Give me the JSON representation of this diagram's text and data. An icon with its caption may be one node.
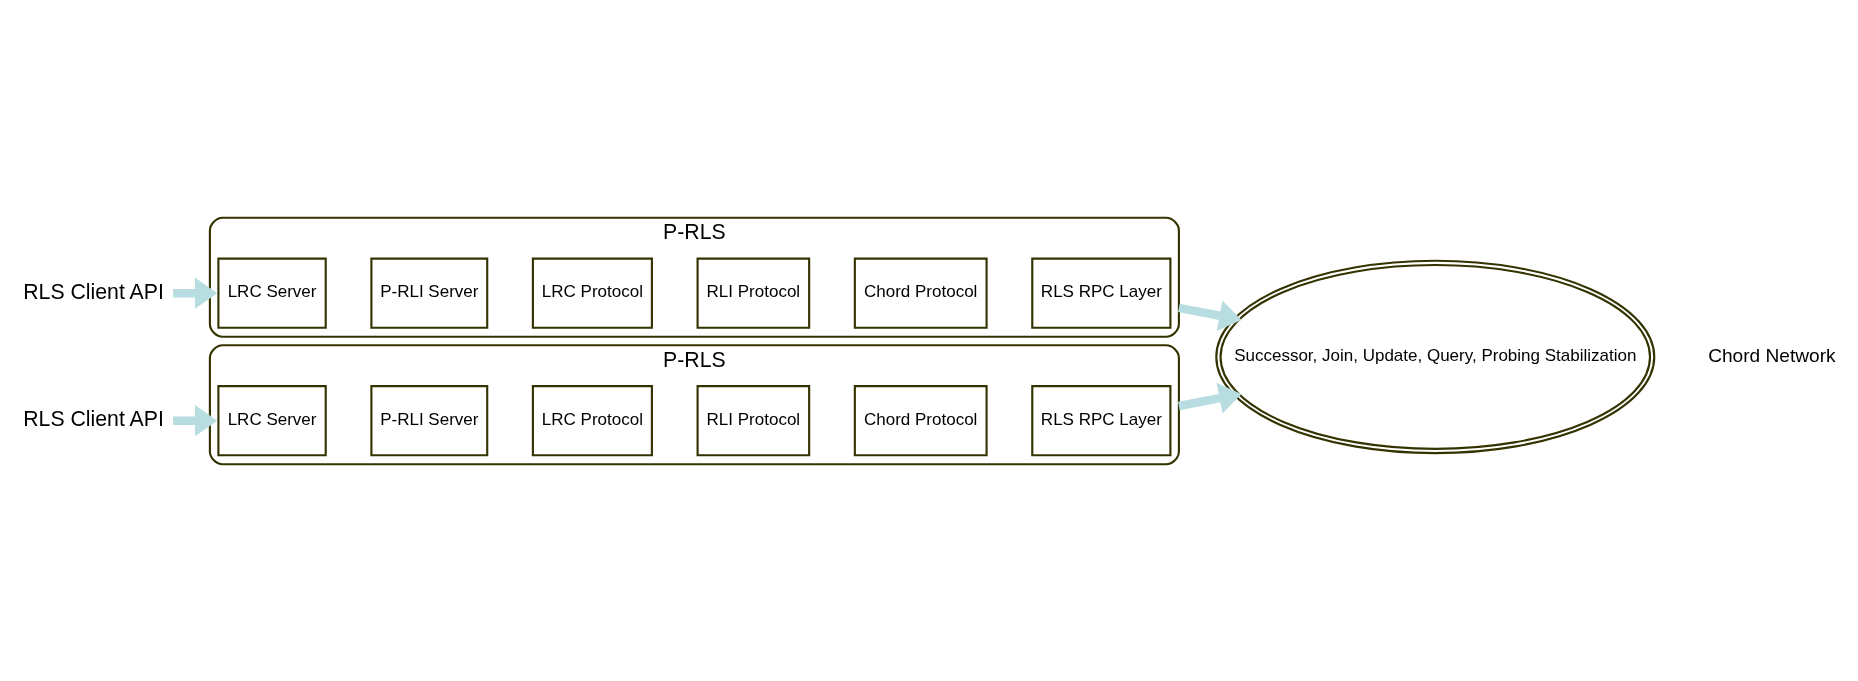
{
  "diagram": {
    "nodes": [
      {
        "text": [
          "P-RLS"
        ]
      },
      {
        "text": [
          "LRC Server"
        ],
        "in": 0
      },
      {
        "text": [
          "P-RLI Server"
        ],
        "in": 0
      },
      {
        "text": [
          "LRC Protocol"
        ],
        "in": 0
      },
      {
        "text": [
          "RLI Protocol"
        ],
        "in": 0
      },
      {
        "text": [
          "Chord Protocol"
        ],
        "in": 0
      },
      {
        "text": [
          "RLS RPC Layer"
        ],
        "in": 0
      },
      {
        "text": [
          "RLS Client API"
        ]
      },
      {
        "text": [
          "Successor, Join, Update, Query, Probing Stabilization"
        ],
        "beside": [
          "Chord Network"
        ]
      },
      {
        "text": [
          "P-RLS"
        ]
      },
      {
        "text": [
          "LRC Server"
        ],
        "in": 9
      },
      {
        "text": [
          "P-RLI Server"
        ],
        "in": 9
      },
      {
        "text": [
          "LRC Protocol"
        ],
        "in": 9
      },
      {
        "text": [
          "RLI Protocol"
        ],
        "in": 9
      },
      {
        "text": [
          "Chord Protocol"
        ],
        "in": 9
      },
      {
        "text": [
          "RLS RPC Layer"
        ],
        "in": 9
      },
      {
        "text": [
          "RLS Client API"
        ]
      }
    ],
    "edges": [
      {
        "from": 7,
        "to": 0,
        "arrow": "to"
      },
      {
        "from": 0,
        "to": 8,
        "arrow": "to"
      },
      {
        "from": 9,
        "to": 8,
        "arrow": "to"
      },
      {
        "from": 16,
        "to": 9,
        "arrow": "to"
      }
    ]
  }
}
